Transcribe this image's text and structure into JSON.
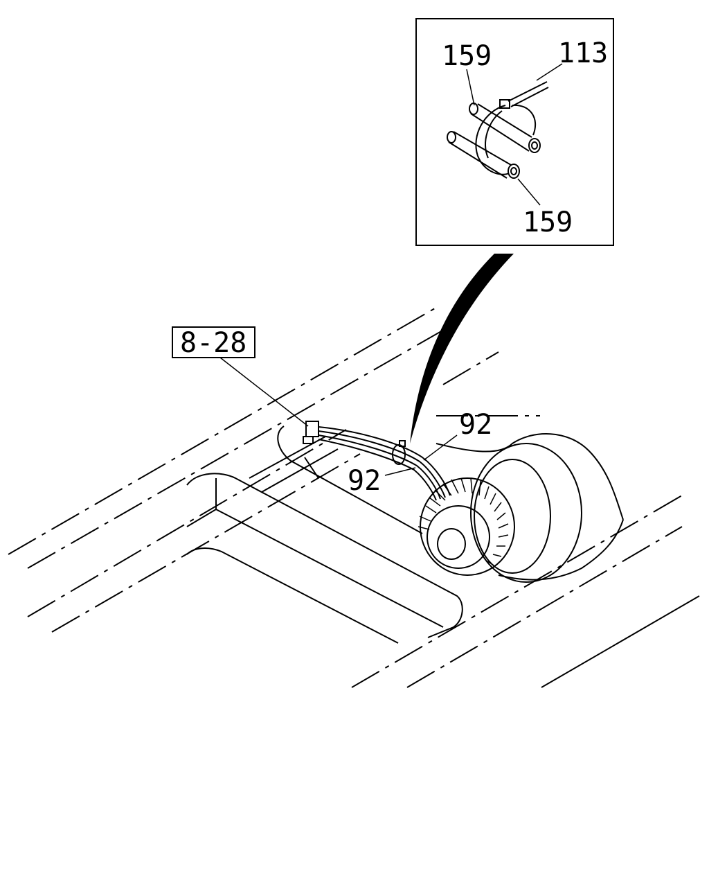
{
  "diagram": {
    "reference_box_label": "8-28",
    "callouts": {
      "clip_upper_159": "159",
      "band_113": "113",
      "clip_lower_159": "159",
      "hose_upper_92": "92",
      "hose_lower_92": "92"
    }
  },
  "colors": {
    "ink": "#000000",
    "paper": "#ffffff"
  }
}
